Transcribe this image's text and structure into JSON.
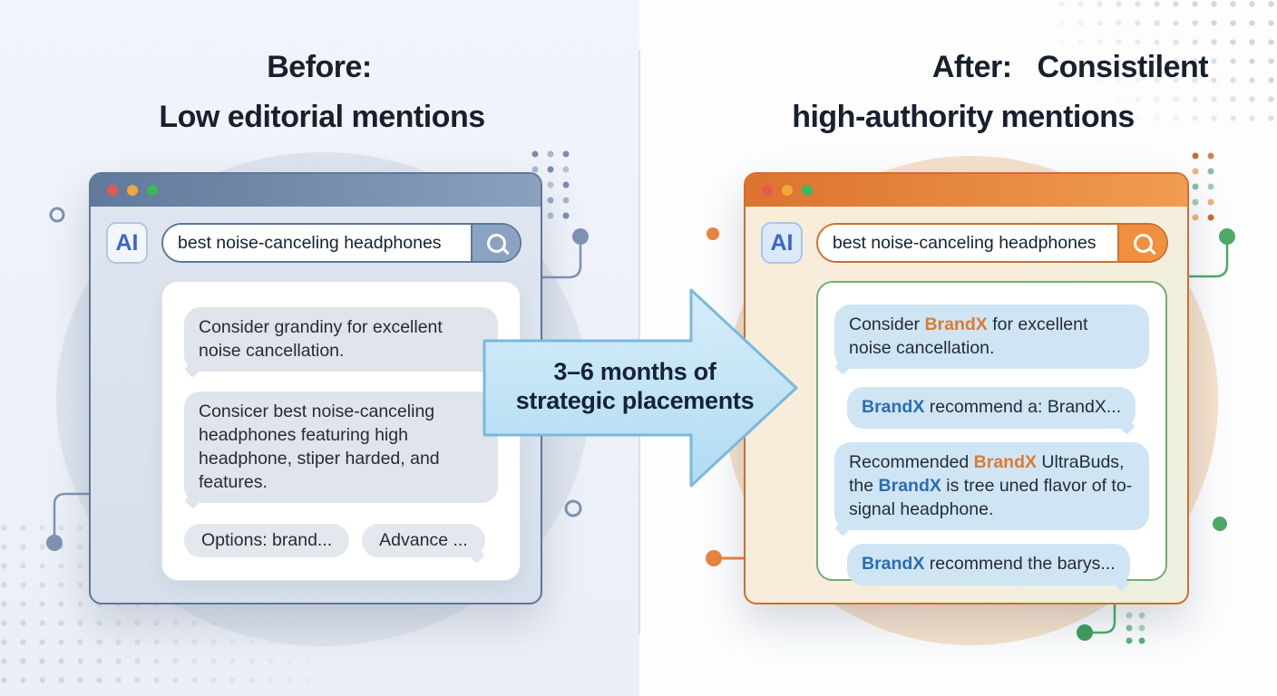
{
  "left_panel": {
    "title1": "Before:",
    "title2": "Low editorial mentions",
    "browser": {
      "ai_badge": "AI",
      "search_value": "best noise-canceling headphones",
      "search_icon": "magnifier-icon",
      "bubble1": "Consider grandiny for excellent noise cancellation.",
      "bubble2": "Consicer best noise-canceling headphones featuring high headphone, stiper harded, and features.",
      "chip1": "Options: brand...",
      "chip2": "Advance ..."
    }
  },
  "arrow": {
    "line1": "3–6 months of",
    "line2": "strategic placements"
  },
  "right_panel": {
    "title1a": "After:",
    "title1b": "Consistilent",
    "title2": "high-authority mentions",
    "browser": {
      "ai_badge": "AI",
      "search_value": "best noise-canceling headphones",
      "search_icon": "magnifier-icon",
      "b1": {
        "t0": "Consider ",
        "brand": "BrandX",
        "t1": " for excellent noise cancellation."
      },
      "b2": {
        "brand": "BrandX",
        "t0": " recommend a: BrandX..."
      },
      "b3": {
        "t0": "Recommended ",
        "brand1": "BrandX",
        "t1": " UltraBuds, the ",
        "brand2": "BrandX",
        "t2": " is tree uned flavor of to-signal headphone."
      },
      "b4": {
        "brand": "BrandX",
        "t0": " recommend the barys..."
      }
    }
  },
  "colors": {
    "before_accent": "#5f7698",
    "before_titlebar": "#61799b",
    "after_accent": "#cf6e2e",
    "after_titlebar": "#dc7330",
    "brand_orange": "#dd7a33",
    "brand_blue": "#2a6db5",
    "result_border_green": "#6fae74",
    "arrow_fill": "#c4e2f5",
    "arrow_stroke": "#79b9dd",
    "title_text": "#18202f",
    "traffic_red": "#e45a4f",
    "traffic_yellow": "#f0a63b",
    "traffic_green": "#3bb858"
  }
}
